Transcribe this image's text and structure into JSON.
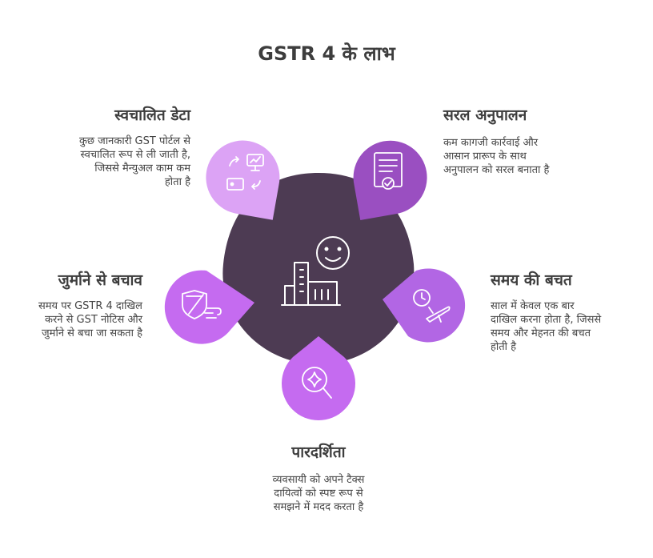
{
  "title": "GSTR 4 के लाभ",
  "colors": {
    "center": "#4d3b53",
    "light_purple": "#dca3f5",
    "medium_purple": "#9a4fc1",
    "bright_purple": "#c56bf0",
    "violet": "#b266e4",
    "icon_stroke": "#ffffff"
  },
  "items": [
    {
      "id": "automatic-data",
      "heading": "स्वचालित डेटा",
      "description": "कुछ जानकारी GST पोर्टल से\nस्वचालित रूप से ली जाती है,\nजिससे मैन्युअल काम कम\nहोता है",
      "icon": "data-transfer-icon"
    },
    {
      "id": "easy-compliance",
      "heading": "सरल अनुपालन",
      "description": "कम कागजी कार्रवाई और\nआसान प्रारूप के साथ\nअनुपालन को सरल बनाता है",
      "icon": "certificate-check-icon"
    },
    {
      "id": "penalty-protection",
      "heading": "जुर्माने से बचाव",
      "description": "समय पर GSTR 4 दाखिल\nकरने से GST नोटिस और\nजुर्माने से बचा जा सकता है",
      "icon": "shield-wind-icon"
    },
    {
      "id": "time-saving",
      "heading": "समय की बचत",
      "description": "साल में केवल एक बार\nदाखिल करना होता है, जिससे\nसमय और मेहनत की बचत\nहोती है",
      "icon": "clock-plane-icon"
    },
    {
      "id": "transparency",
      "heading": "पारदर्शिता",
      "description": "व्यवसायी को अपने टैक्स\nदायित्वों को स्पष्ट रूप से\nसमझने में मदद करता है",
      "icon": "magnifier-sparkle-icon"
    }
  ]
}
